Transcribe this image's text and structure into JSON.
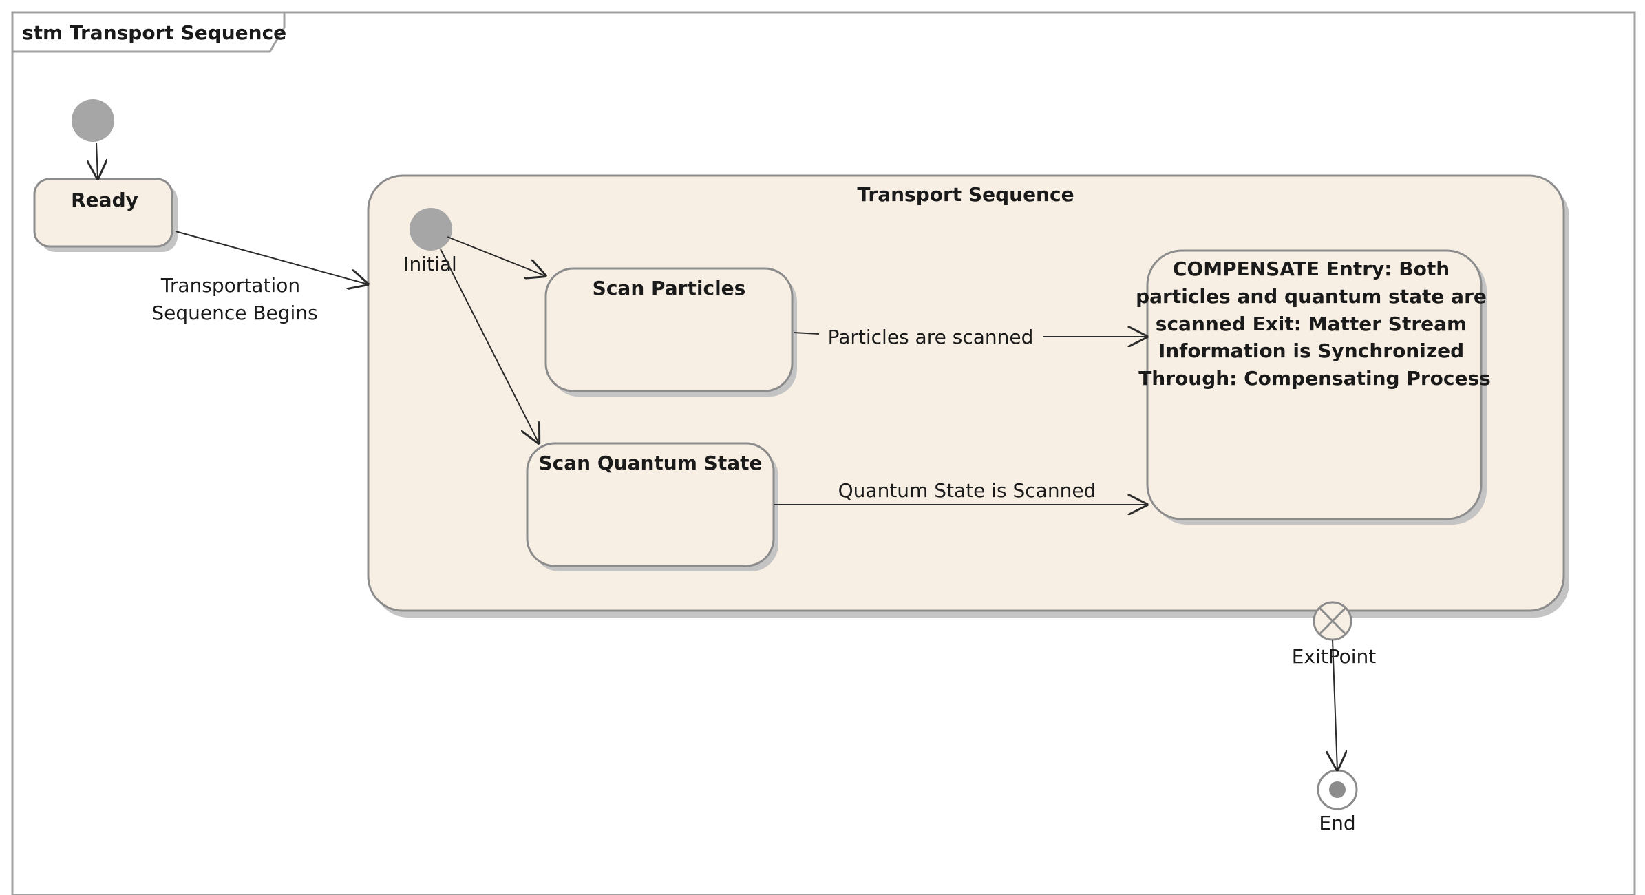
{
  "frame": {
    "title": "stm  Transport Sequence"
  },
  "states": {
    "ready": "Ready",
    "composite": "Transport Sequence",
    "scan_particles": "Scan Particles",
    "scan_quantum": "Scan Quantum State",
    "compensate_lines": [
      "COMPENSATE    Entry: Both",
      "particles and quantum state are",
      "scanned    Exit: Matter Stream",
      "Information is Synchronized",
      "Through: Compensating Process"
    ]
  },
  "pseudostates": {
    "initial_label": "Initial",
    "exit_point_label": "ExitPoint",
    "end_label": "End"
  },
  "transitions": {
    "begin_lines": [
      "Transportation",
      "Sequence Begins"
    ],
    "particles_scanned": "Particles are scanned",
    "quantum_scanned": "Quantum State is Scanned"
  },
  "colors": {
    "state_fill": "#f8efe4",
    "state_stroke": "#8c8c8c",
    "shadow": "#c4c4c4",
    "pseudostate_fill": "#a6a6a6",
    "frame_stroke": "#a0a0a0",
    "line": "#2b2b2b"
  }
}
